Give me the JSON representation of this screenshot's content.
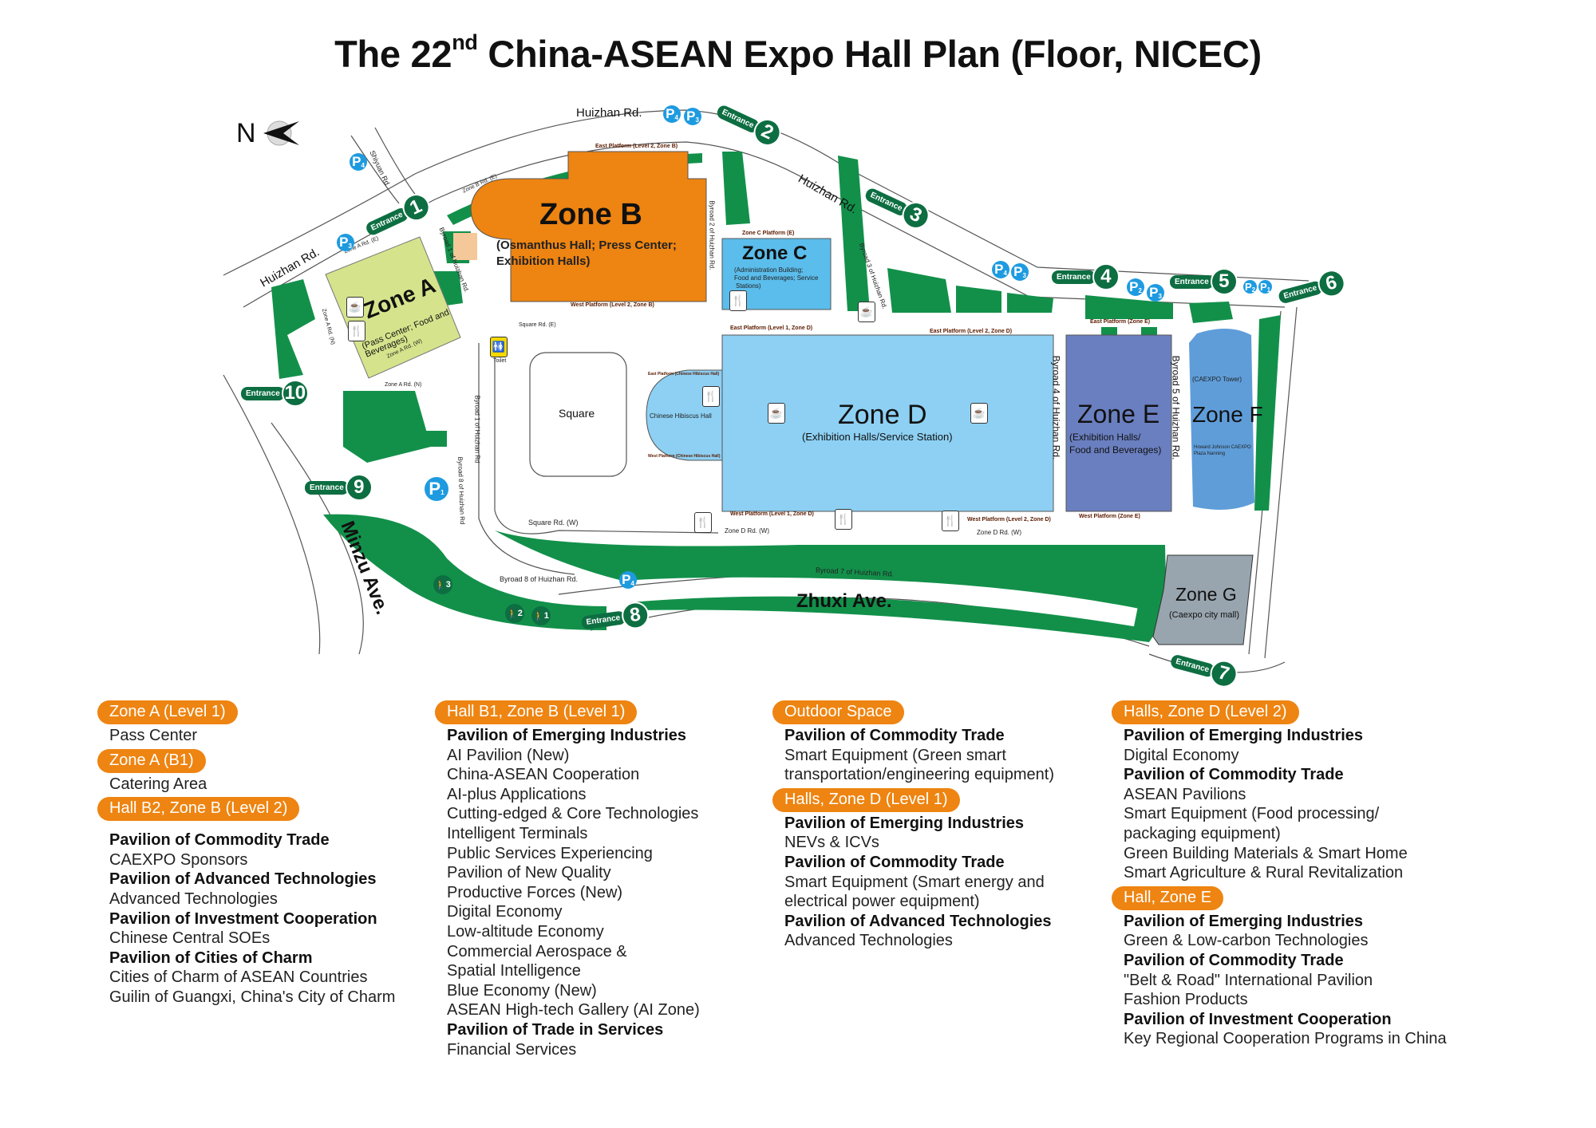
{
  "title": {
    "pre": "The 22",
    "sup": "nd",
    "post": " China-ASEAN Expo Hall Plan (Floor, NICEC)"
  },
  "compass": "N",
  "zones": {
    "a": {
      "name": "Zone A",
      "sub": "(Pass Center; Food and Beverages)"
    },
    "b": {
      "name": "Zone B",
      "sub1": "(Osmanthus Hall; Press Center;",
      "sub2": "Exhibition Halls)"
    },
    "c": {
      "name": "Zone C",
      "sub1": "(Administration Building;",
      "sub2": "Food and Beverages; Service",
      "sub3": "Stations)"
    },
    "d": {
      "name": "Zone D",
      "sub": "(Exhibition Halls/Service Station)"
    },
    "e": {
      "name": "Zone E",
      "sub1": "(Exhibition Halls/",
      "sub2": "Food and Beverages)"
    },
    "f": {
      "name": "Zone F",
      "tower": "(CAEXPO Tower)",
      "hotel1": "Howard Johnson CAEXPO",
      "hotel2": "Plaza Nanning"
    },
    "g": {
      "name": "Zone G",
      "sub": "(Caexpo city mall)"
    }
  },
  "roads": {
    "huizhan1": "Huizhan Rd.",
    "huizhan2": "Huizhan Rd.",
    "huizhan3": "Huizhan Rd.",
    "minzu": "Minzu Ave.",
    "zhuxi": "Zhuxi Ave.",
    "shiyuan": "Shiyuan Rd",
    "byroad1a": "Byroad 1 of Huizhan Rd.",
    "byroad1b": "Byroad 1 of Huizhan Rd",
    "byroad2": "Byroad 2 of Huizhan Rd.",
    "byroad3": "Byroad 3 of Huizhan Rd.",
    "byroad4": "Byroad 4 of Huizhan Rd.",
    "byroad5": "Byroad 5 of Huizhan Rd.",
    "byroad7": "Byroad 7 of Huizhan Rd.",
    "byroad8a": "Byroad 8 of Huizhan Rd",
    "byroad8b": "Byroad 8 of Huizhan Rd.",
    "zoneBE": "Zone B Rd. (E)",
    "zoneAE": "Zone A Rd. (E)",
    "zoneAN1": "Zone A Rd. (N)",
    "zoneAW": "Zone A Rd. (W)",
    "zoneAN2": "Zone A Rd. (N)",
    "squareE": "Square Rd. (E)",
    "squareW": "Square Rd. (W)",
    "zoneDW1": "Zone D Rd. (W)",
    "zoneDW2": "Zone D Rd. (W)"
  },
  "places": {
    "square": "Square",
    "toilet": "Toilet",
    "hibiscus": "Chinese Hibiscus Hall",
    "epB": "East Platform (Level 2, Zone B)",
    "wpB": "West Platform (Level 2, Zone B)",
    "cPlat": "Zone C Platform (E)",
    "epD1": "East Platform (Level 1, Zone D)",
    "epD2": "East Platform (Level 2, Zone D)",
    "wpD1": "West Platform (Level 1, Zone D)",
    "wpD2": "West Platform (Level 2, Zone D)",
    "epE": "East Platform (Zone E)",
    "wpE": "West Platform (Zone E)",
    "epH": "East Platform (Chinese Hibiscus Hall)",
    "wpH": "West Platform (Chinese Hibiscus Hall)"
  },
  "entrance_label": "Entrance",
  "entrances": [
    "1",
    "2",
    "3",
    "4",
    "5",
    "6",
    "7",
    "8",
    "9",
    "10"
  ],
  "parking": {
    "p": "P",
    "subs": [
      "4",
      "3",
      "4",
      "3",
      "4",
      "3",
      "2",
      "3",
      "2",
      "1",
      "1",
      "4"
    ]
  },
  "walkways": [
    "1",
    "2",
    "3"
  ],
  "colors": {
    "orange": "#ee8411",
    "green": "#12904a",
    "dark_green": "#0d6e42",
    "zoneA": "#d5e48c",
    "zoneC": "#5bbdeb",
    "zoneD": "#8dd0f3",
    "zoneE": "#6a7fc0",
    "zoneF": "#5f9dd9",
    "zoneG": "#98a5ae",
    "parking": "#1e9be0"
  },
  "legend": [
    [
      {
        "header": "Zone A (Level 1)",
        "items": [
          {
            "t": "Pass Center"
          }
        ]
      },
      {
        "header": "Zone A (B1)",
        "items": [
          {
            "t": "Catering Area"
          }
        ]
      },
      {
        "header": "Hall B2, Zone B (Level 2)",
        "gap": true,
        "items": [
          {
            "t": "Pavilion of Commodity Trade",
            "b": true
          },
          {
            "t": "CAEXPO Sponsors"
          },
          {
            "t": "Pavilion of Advanced Technologies",
            "b": true
          },
          {
            "t": "Advanced Technologies"
          },
          {
            "t": "Pavilion of Investment Cooperation",
            "b": true
          },
          {
            "t": "Chinese Central SOEs"
          },
          {
            "t": "Pavilion of Cities of Charm",
            "b": true
          },
          {
            "t": "Cities of Charm of ASEAN Countries"
          },
          {
            "t": "Guilin of Guangxi, China's City of Charm"
          }
        ]
      }
    ],
    [
      {
        "header": "Hall B1, Zone B (Level 1)",
        "items": [
          {
            "t": "Pavilion of Emerging Industries",
            "b": true
          },
          {
            "t": "AI Pavilion (New)"
          },
          {
            "t": "China-ASEAN Cooperation"
          },
          {
            "t": "AI-plus Applications"
          },
          {
            "t": "Cutting-edged & Core Technologies"
          },
          {
            "t": "Intelligent Terminals"
          },
          {
            "t": "Public Services Experiencing"
          },
          {
            "t": "Pavilion of New Quality"
          },
          {
            "t": "Productive Forces (New)"
          },
          {
            "t": "Digital Economy"
          },
          {
            "t": "Low-altitude Economy"
          },
          {
            "t": "Commercial Aerospace &"
          },
          {
            "t": "Spatial Intelligence"
          },
          {
            "t": "Blue Economy (New)"
          },
          {
            "t": "ASEAN High-tech Gallery (AI Zone)"
          },
          {
            "t": "Pavilion of Trade in Services",
            "b": true
          },
          {
            "t": "Financial Services"
          }
        ]
      }
    ],
    [
      {
        "header": "Outdoor Space",
        "items": [
          {
            "t": "Pavilion of Commodity Trade",
            "b": true
          },
          {
            "t": "Smart Equipment (Green smart"
          },
          {
            "t": "transportation/engineering equipment)"
          }
        ]
      },
      {
        "header": "Halls, Zone D (Level 1)",
        "items": [
          {
            "t": "Pavilion of Emerging Industries",
            "b": true
          },
          {
            "t": "NEVs & ICVs"
          },
          {
            "t": "Pavilion of Commodity Trade",
            "b": true
          },
          {
            "t": "Smart Equipment (Smart energy and"
          },
          {
            "t": "electrical power equipment)"
          },
          {
            "t": "Pavilion of Advanced Technologies",
            "b": true
          },
          {
            "t": "Advanced Technologies"
          }
        ]
      }
    ],
    [
      {
        "header": "Halls, Zone D (Level 2)",
        "items": [
          {
            "t": "Pavilion of Emerging Industries",
            "b": true
          },
          {
            "t": "Digital Economy"
          },
          {
            "t": "Pavilion of Commodity Trade",
            "b": true
          },
          {
            "t": "ASEAN Pavilions"
          },
          {
            "t": "Smart Equipment (Food processing/"
          },
          {
            "t": "packaging equipment)"
          },
          {
            "t": "Green Building Materials & Smart Home"
          },
          {
            "t": "Smart Agriculture & Rural Revitalization"
          }
        ]
      },
      {
        "header": "Hall, Zone E",
        "items": [
          {
            "t": "Pavilion of Emerging Industries",
            "b": true
          },
          {
            "t": "Green & Low-carbon Technologies"
          },
          {
            "t": "Pavilion of Commodity Trade",
            "b": true
          },
          {
            "t": "\"Belt & Road\" International Pavilion"
          },
          {
            "t": "Fashion Products"
          },
          {
            "t": "Pavilion of Investment Cooperation",
            "b": true
          },
          {
            "t": "Key Regional Cooperation Programs in China"
          }
        ]
      }
    ]
  ]
}
